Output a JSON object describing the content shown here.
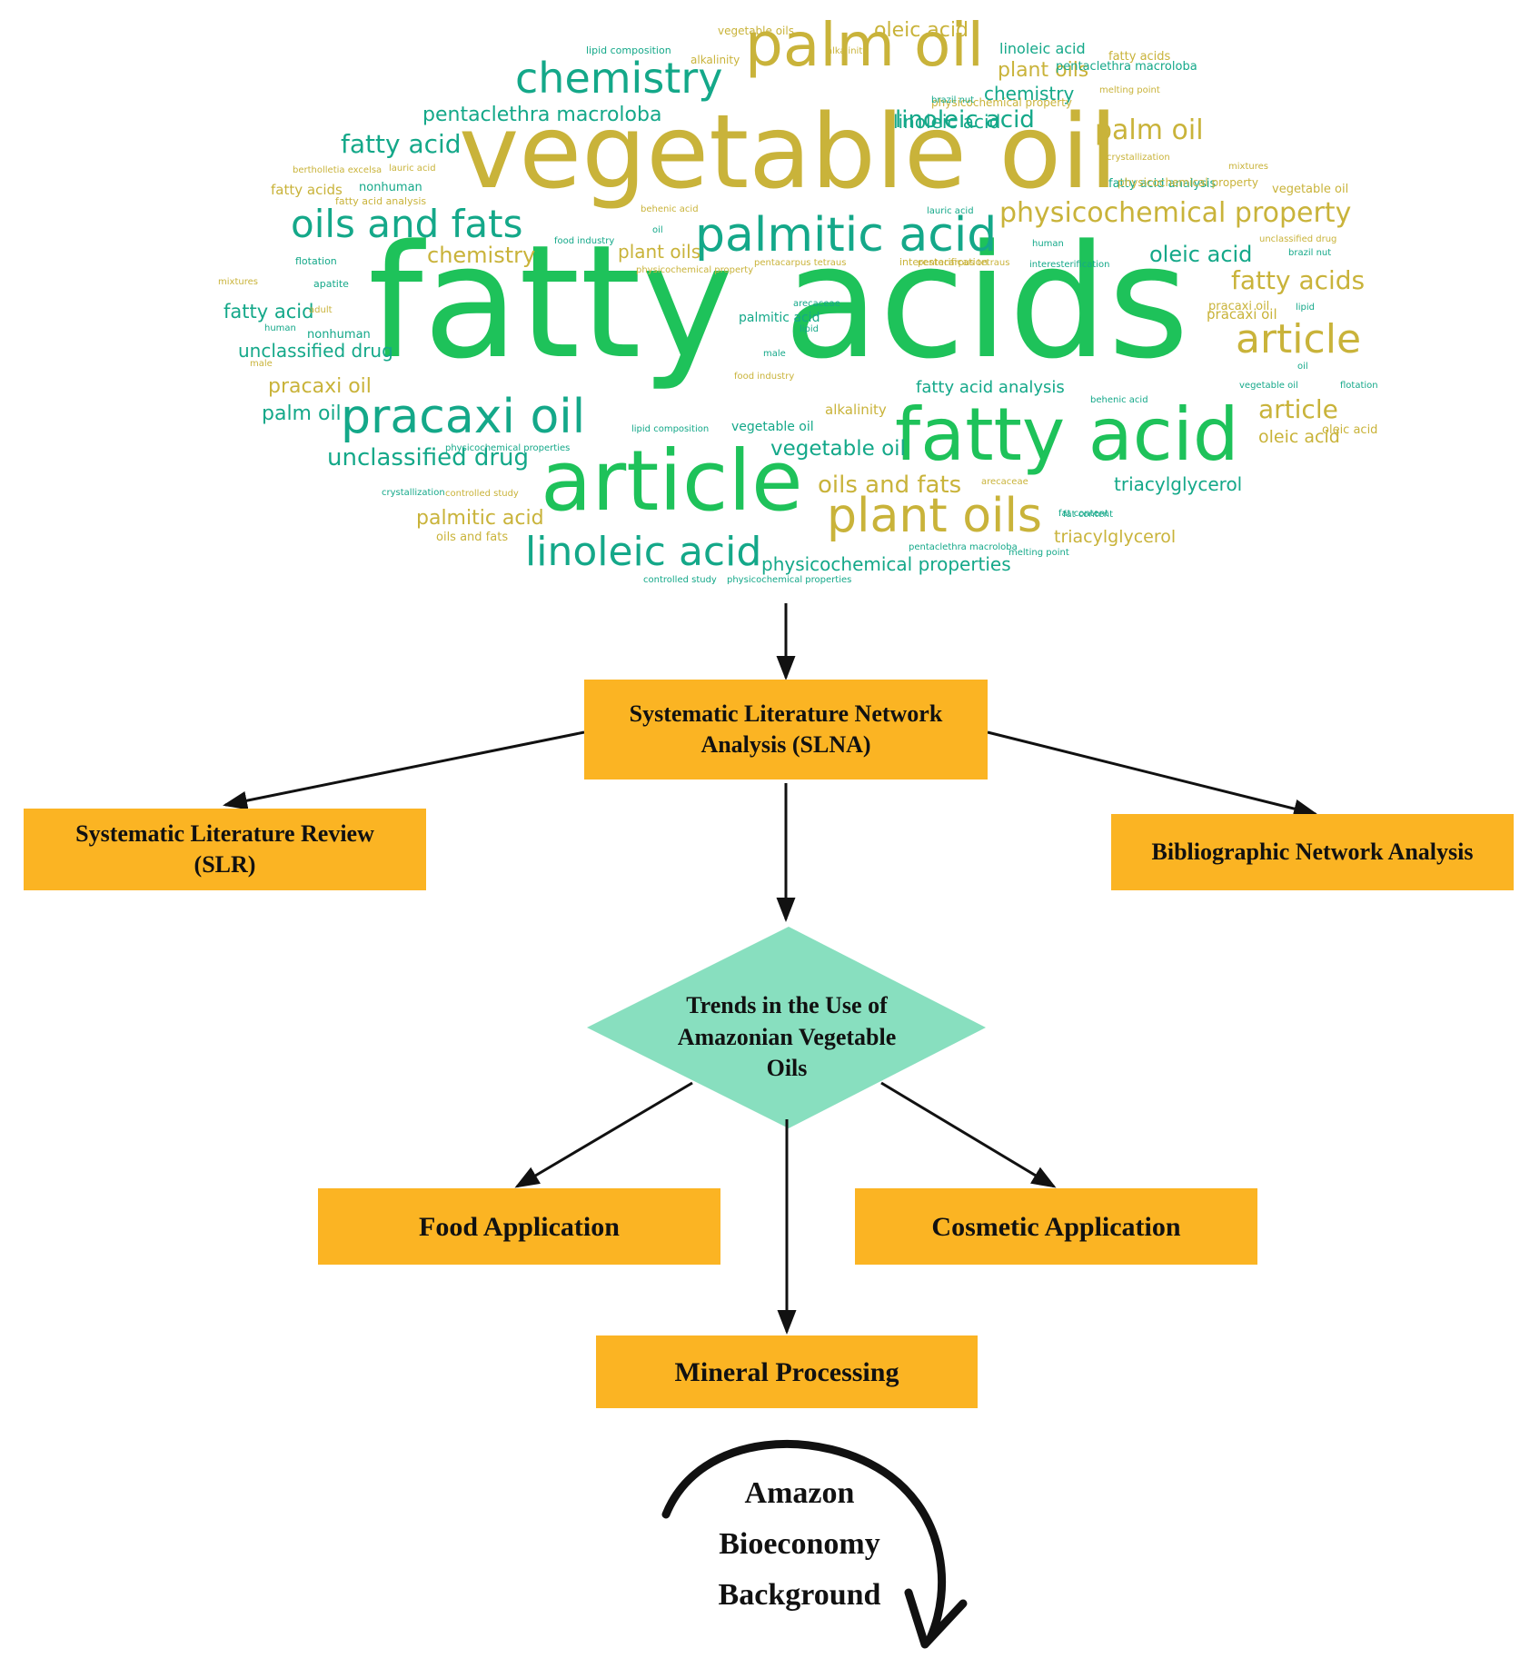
{
  "wordcloud": {
    "colors": {
      "green": "#1ec25a",
      "teal": "#14a889",
      "olive": "#c9b33a"
    },
    "words": [
      {
        "text": "fatty acids",
        "color": "green"
      },
      {
        "text": "vegetable oil",
        "color": "olive"
      },
      {
        "text": "fatty acid",
        "color": "green"
      },
      {
        "text": "article",
        "color": "green"
      },
      {
        "text": "pracaxi oil",
        "color": "teal"
      },
      {
        "text": "palm oil",
        "color": "olive"
      },
      {
        "text": "palmitic acid",
        "color": "teal"
      },
      {
        "text": "chemistry",
        "color": "teal"
      },
      {
        "text": "oils and fats",
        "color": "teal"
      },
      {
        "text": "linoleic acid",
        "color": "teal"
      },
      {
        "text": "plant oils",
        "color": "olive"
      },
      {
        "text": "physicochemical property",
        "color": "olive"
      },
      {
        "text": "article",
        "color": "olive"
      },
      {
        "text": "palm oil",
        "color": "olive"
      },
      {
        "text": "fatty acids",
        "color": "olive"
      },
      {
        "text": "article",
        "color": "olive"
      },
      {
        "text": "unclassified drug",
        "color": "teal"
      },
      {
        "text": "fatty acid",
        "color": "teal"
      },
      {
        "text": "linoleic acid",
        "color": "teal"
      },
      {
        "text": "pentaclethra macroloba",
        "color": "teal"
      },
      {
        "text": "chemistry",
        "color": "olive"
      },
      {
        "text": "oleic acid",
        "color": "olive"
      },
      {
        "text": "vegetable oil",
        "color": "teal"
      },
      {
        "text": "oils and fats",
        "color": "olive"
      },
      {
        "text": "unclassified drug",
        "color": "teal"
      },
      {
        "text": "physicochemical properties",
        "color": "teal"
      },
      {
        "text": "plant oils",
        "color": "olive"
      },
      {
        "text": "oleic acid",
        "color": "teal"
      },
      {
        "text": "pracaxi oil",
        "color": "olive"
      },
      {
        "text": "palmitic acid",
        "color": "olive"
      },
      {
        "text": "palm oil",
        "color": "teal"
      },
      {
        "text": "fatty acid",
        "color": "teal"
      },
      {
        "text": "chemistry",
        "color": "teal"
      },
      {
        "text": "triacylglycerol",
        "color": "teal"
      },
      {
        "text": "triacylglycerol",
        "color": "olive"
      },
      {
        "text": "oleic acid",
        "color": "olive"
      },
      {
        "text": "plant oils",
        "color": "olive"
      },
      {
        "text": "linoleic acid",
        "color": "teal"
      },
      {
        "text": "fatty acids",
        "color": "olive"
      },
      {
        "text": "nonhuman",
        "color": "teal"
      },
      {
        "text": "vegetable oil",
        "color": "olive"
      },
      {
        "text": "fatty acid analysis",
        "color": "teal"
      },
      {
        "text": "pentaclethra macroloba",
        "color": "teal"
      },
      {
        "text": "physicochemical property",
        "color": "olive"
      },
      {
        "text": "alkalinity",
        "color": "olive"
      },
      {
        "text": "palmitic acid",
        "color": "teal"
      },
      {
        "text": "pracaxi oil",
        "color": "olive"
      },
      {
        "text": "vegetable oil",
        "color": "teal"
      },
      {
        "text": "oils and fats",
        "color": "olive"
      },
      {
        "text": "nonhuman",
        "color": "teal"
      },
      {
        "text": "oleic acid",
        "color": "olive"
      },
      {
        "text": "vegetable oils",
        "color": "olive"
      },
      {
        "text": "alkalinity",
        "color": "olive"
      },
      {
        "text": "lipid composition",
        "color": "teal"
      },
      {
        "text": "alkalinity",
        "color": "olive"
      },
      {
        "text": "linoleic acid",
        "color": "teal"
      },
      {
        "text": "fatty acids",
        "color": "olive"
      },
      {
        "text": "fatty acid analysis",
        "color": "teal"
      },
      {
        "text": "fatty acid analysis",
        "color": "olive"
      },
      {
        "text": "physicochemical property",
        "color": "olive"
      },
      {
        "text": "brazil nut",
        "color": "teal"
      },
      {
        "text": "melting point",
        "color": "olive"
      },
      {
        "text": "crystallization",
        "color": "olive"
      },
      {
        "text": "mixtures",
        "color": "olive"
      },
      {
        "text": "fat content",
        "color": "teal"
      },
      {
        "text": "bertholletia excelsa",
        "color": "olive"
      },
      {
        "text": "lauric acid",
        "color": "olive"
      },
      {
        "text": "behenic acid",
        "color": "olive"
      },
      {
        "text": "food industry",
        "color": "teal"
      },
      {
        "text": "oil",
        "color": "teal"
      },
      {
        "text": "pentacarpus tetraus",
        "color": "olive"
      },
      {
        "text": "physicochemical property",
        "color": "olive"
      },
      {
        "text": "lauric acid",
        "color": "teal"
      },
      {
        "text": "human",
        "color": "teal"
      },
      {
        "text": "interesterification",
        "color": "olive"
      },
      {
        "text": "interesterification",
        "color": "teal"
      },
      {
        "text": "unclassified drug",
        "color": "olive"
      },
      {
        "text": "brazil nut",
        "color": "teal"
      },
      {
        "text": "flotation",
        "color": "teal"
      },
      {
        "text": "mixtures",
        "color": "olive"
      },
      {
        "text": "apatite",
        "color": "teal"
      },
      {
        "text": "arecaceae",
        "color": "teal"
      },
      {
        "text": "lipid",
        "color": "teal"
      },
      {
        "text": "pracaxi oil",
        "color": "olive"
      },
      {
        "text": "lipid",
        "color": "teal"
      },
      {
        "text": "adult",
        "color": "olive"
      },
      {
        "text": "human",
        "color": "teal"
      },
      {
        "text": "male",
        "color": "olive"
      },
      {
        "text": "male",
        "color": "teal"
      },
      {
        "text": "food industry",
        "color": "olive"
      },
      {
        "text": "oil",
        "color": "teal"
      },
      {
        "text": "behenic acid",
        "color": "teal"
      },
      {
        "text": "vegetable oil",
        "color": "teal"
      },
      {
        "text": "flotation",
        "color": "teal"
      },
      {
        "text": "lipid composition",
        "color": "teal"
      },
      {
        "text": "physicochemical properties",
        "color": "teal"
      },
      {
        "text": "crystallization",
        "color": "teal"
      },
      {
        "text": "controlled study",
        "color": "olive"
      },
      {
        "text": "arecaceae",
        "color": "olive"
      },
      {
        "text": "fat content",
        "color": "teal"
      },
      {
        "text": "pentaclethra macroloba",
        "color": "teal"
      },
      {
        "text": "melting point",
        "color": "teal"
      },
      {
        "text": "controlled study",
        "color": "teal"
      },
      {
        "text": "physicochemical properties",
        "color": "teal"
      },
      {
        "text": "pentacarpus tetraus",
        "color": "olive"
      }
    ]
  },
  "nodes": {
    "slna": {
      "line1": "Systematic Literature Network",
      "line2": "Analysis (SLNA)"
    },
    "slr": {
      "line1": "Systematic Literature Review",
      "line2": "(SLR)"
    },
    "bna": {
      "label": "Bibliographic Network Analysis"
    },
    "trends": {
      "line1": "Trends in the Use of",
      "line2": "Amazonian Vegetable",
      "line3": "Oils"
    },
    "food": {
      "label": "Food Application"
    },
    "cosmetic": {
      "label": "Cosmetic Application"
    },
    "mineral": {
      "label": "Mineral Processing"
    },
    "amazon": {
      "line1": "Amazon",
      "line2": "Bioeconomy",
      "line3": "Background"
    }
  },
  "colors": {
    "box": "#fbb423",
    "diamond": "#88dfbf",
    "arrow": "#111111"
  }
}
